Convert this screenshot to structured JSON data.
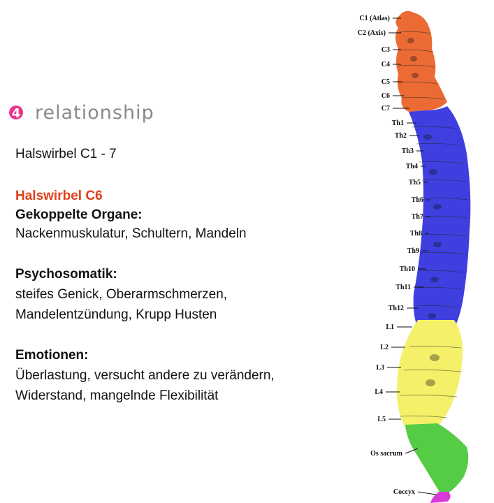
{
  "logo": {
    "mark": "4",
    "text": "relationship"
  },
  "heading": "Halswirbel C1 - 7",
  "highlight_title": "Halswirbel C6",
  "organs": {
    "label": "Gekoppelte Organe:",
    "lines": [
      "Nackenmuskulatur, Schultern, Mandeln"
    ]
  },
  "psychosomatics": {
    "label": "Psychosomatik:",
    "lines": [
      "steifes Genick, Oberarmschmerzen,",
      "Mandelentzündung, Krupp Husten"
    ]
  },
  "emotions": {
    "label": "Emotionen:",
    "lines": [
      "Überlastung, versucht andere zu verändern,",
      "Widerstand, mangelnde Flexibilität"
    ]
  },
  "spine": {
    "colors": {
      "cervical": "#ec6b35",
      "thoracic": "#3f3fe0",
      "lumbar": "#f4f06a",
      "sacrum": "#55cc45",
      "coccyx": "#d83ad8"
    },
    "labels": [
      "C1 (Atlas)",
      "C2 (Axis)",
      "C3",
      "C4",
      "C5",
      "C6",
      "C7",
      "Th1",
      "Th2",
      "Th3",
      "Th4",
      "Th5",
      "Th6",
      "Th7",
      "Th8",
      "Th9",
      "Th10",
      "Th11",
      "Th12",
      "L1",
      "L2",
      "L3",
      "L4",
      "L5",
      "Os sacrum",
      "Coccyx"
    ]
  }
}
